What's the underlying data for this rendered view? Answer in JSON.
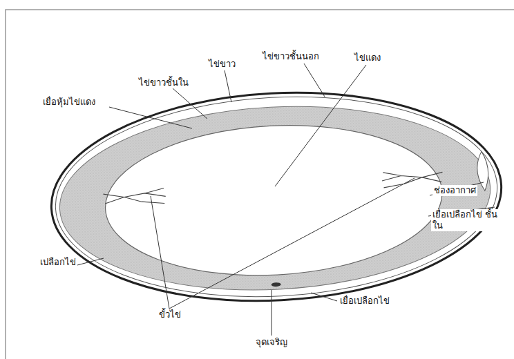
{
  "diagram": {
    "labels": [
      "ไข่ขาวชั้นนอก",
      "ไข่แดง",
      "ไข่ขาว",
      "ไข่ขาวชั้นใน",
      "เยื่อหุ้มไข่แดง",
      "ช่องอากาศ",
      "เยื่อเปลือกไข่ ชั้นใน",
      "เปลือกไข่",
      "ขั้วไข่",
      "เยื่อเปลือกไข่",
      "จุดเจริญ"
    ]
  }
}
